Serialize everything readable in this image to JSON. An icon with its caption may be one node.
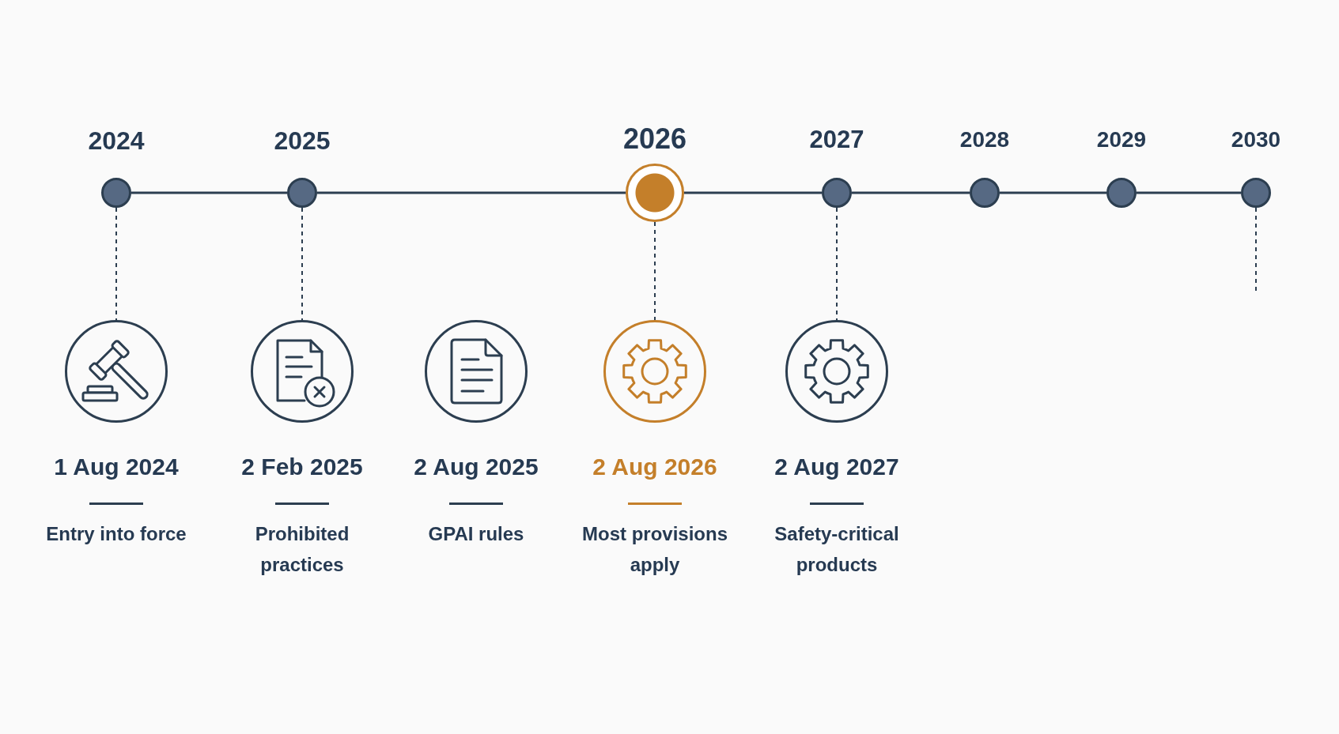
{
  "diagram": {
    "nodes": [
      {
        "text": [],
        "shape": "circle",
        "beside": [
          "2024"
        ]
      },
      {
        "text": [],
        "shape": "circle",
        "beside": [
          "2025"
        ]
      },
      {
        "text": [],
        "shape": "circle",
        "beside": [
          "2026"
        ]
      },
      {
        "text": [],
        "shape": "circle",
        "beside": [
          "2027"
        ]
      },
      {
        "text": [],
        "shape": "circle",
        "beside": [
          "2028"
        ]
      },
      {
        "text": [],
        "shape": "circle",
        "beside": [
          "2029"
        ]
      },
      {
        "text": [],
        "shape": "circle",
        "beside": [
          "2030"
        ]
      },
      {
        "text": [],
        "shape": "circle",
        "beside": [
          "1 Aug 2024",
          "Entry into force"
        ]
      },
      {
        "text": [],
        "shape": "circle",
        "beside": [
          "2 Feb 2025",
          "Prohibited practices"
        ]
      },
      {
        "text": [],
        "shape": "circle",
        "beside": [
          "2 Aug 2025",
          "GPAI rules"
        ]
      },
      {
        "text": [],
        "shape": "circle",
        "beside": [
          "2 Aug 2026",
          "Most provisions apply"
        ]
      },
      {
        "text": [],
        "shape": "circle",
        "beside": [
          "2 Aug 2027",
          "Safety-critical products"
        ]
      }
    ],
    "edges": [
      {
        "from": 0,
        "to": 1,
        "arrow": "none"
      },
      {
        "from": 1,
        "to": 2,
        "arrow": "none"
      },
      {
        "from": 2,
        "to": 3,
        "arrow": "none"
      },
      {
        "from": 3,
        "to": 4,
        "arrow": "none"
      },
      {
        "from": 4,
        "to": 5,
        "arrow": "none"
      },
      {
        "from": 5,
        "to": 6,
        "arrow": "none"
      },
      {
        "from": 0,
        "to": 7,
        "arrow": "none",
        "style": "dashed"
      },
      {
        "from": 1,
        "to": 8,
        "arrow": "none",
        "style": "dashed"
      },
      {
        "from": 2,
        "to": 10,
        "arrow": "none",
        "style": "dashed"
      },
      {
        "from": 3,
        "to": 11,
        "arrow": "none",
        "style": "dashed"
      },
      {
        "from": 6,
        "to": null,
        "arrow": "none",
        "style": "dashed"
      }
    ]
  }
}
